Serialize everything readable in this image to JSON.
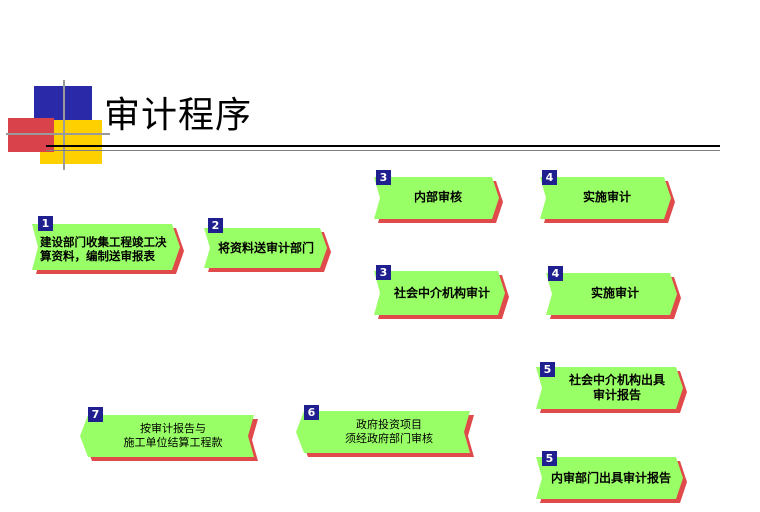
{
  "title": "审计程序",
  "colors": {
    "box_fill": "#99ff66",
    "box_shadow": "#e04a4a",
    "badge": "#1f1f8f"
  },
  "steps": [
    {
      "num": "1",
      "text": "建设部门收集工程竣工决算资料，编制送审报表"
    },
    {
      "num": "2",
      "text": "将资料送审计部门"
    },
    {
      "num": "3",
      "text": "内部审核"
    },
    {
      "num": "4",
      "text": "实施审计"
    },
    {
      "num": "3",
      "text": "社会中介机构审计"
    },
    {
      "num": "4",
      "text": "实施审计"
    },
    {
      "num": "5",
      "text": "社会中介机构出具\n审计报告"
    },
    {
      "num": "5",
      "text": "内审部门出具审计报告"
    },
    {
      "num": "6",
      "text": "政府投资项目\n须经政府部门审核"
    },
    {
      "num": "7",
      "text": "按审计报告与\n施工单位结算工程款"
    }
  ]
}
